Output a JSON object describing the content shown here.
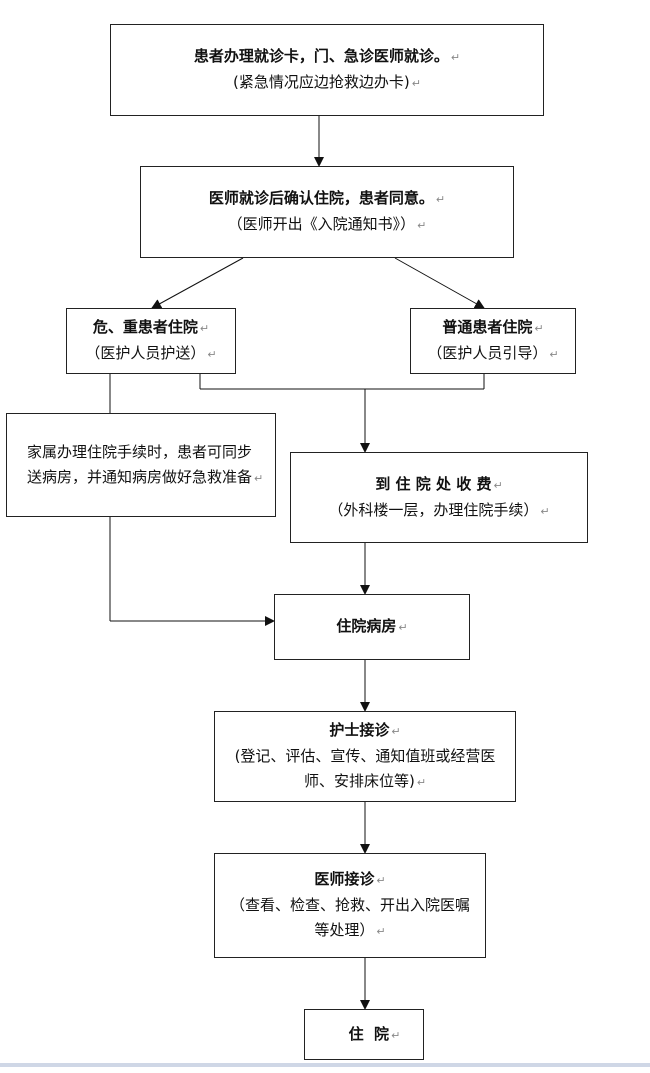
{
  "return_mark": "↵",
  "nodes": {
    "visit": {
      "title": "患者办理就诊卡，门、急诊医师就诊。",
      "note": "(紧急情况应边抢救边办卡)"
    },
    "confirm": {
      "title": "医师就诊后确认住院，患者同意。",
      "note": "（医师开出《入院通知书》）"
    },
    "critical": {
      "title": "危、重患者住院",
      "note": "（医护人员护送）"
    },
    "normal": {
      "title": "普通患者住院",
      "note": "（医护人员引导）"
    },
    "family": {
      "text": "家属办理住院手续时，患者可同步送病房，并通知病房做好急救准备"
    },
    "cashier": {
      "title": "到 住 院 处 收 费",
      "note": "（外科楼一层，办理住院手续）"
    },
    "ward": {
      "title": "住院病房"
    },
    "nurse": {
      "title": "护士接诊",
      "note": "(登记、评估、宣传、通知值班或经营医师、安排床位等)"
    },
    "doctor": {
      "title": "医师接诊",
      "note": "（查看、检查、抢救、开出入院医嘱等处理）"
    },
    "admit": {
      "title": "住  院"
    }
  }
}
